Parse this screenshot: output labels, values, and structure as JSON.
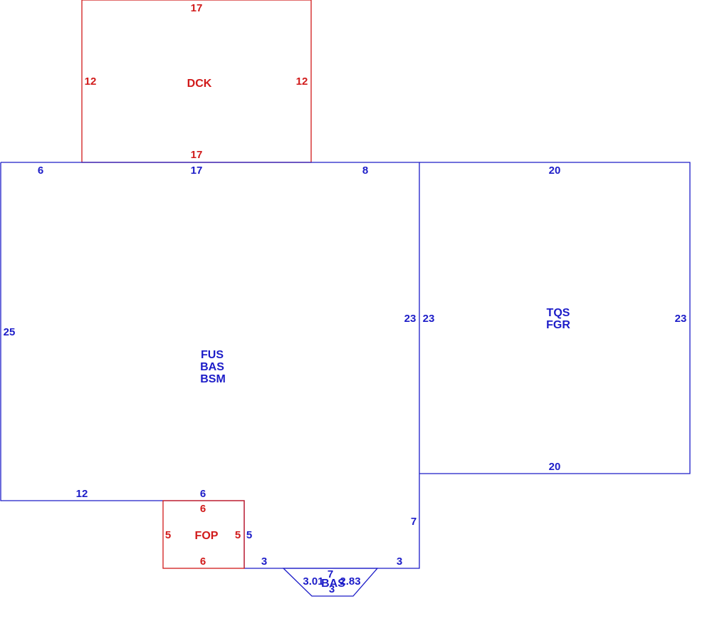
{
  "colors": {
    "blue": "#1c1cc8",
    "red": "#d11a1a"
  },
  "deck": {
    "name": "DCK",
    "dims": {
      "top": "17",
      "left": "12",
      "right": "12",
      "bottom": "17"
    }
  },
  "main": {
    "names": [
      "FUS",
      "BAS",
      "BSM"
    ],
    "dims": {
      "top_left": "6",
      "top_mid": "17",
      "top_right": "8",
      "left": "25",
      "right": "23",
      "bottom_left": "12",
      "porch_top": "6",
      "porch_side": "5",
      "right_lower": "7",
      "bottom_mid_left": "3",
      "bottom_mid_right": "3"
    }
  },
  "garage": {
    "names": [
      "TQS",
      "FGR"
    ],
    "dims": {
      "top": "20",
      "left": "23",
      "right": "23",
      "bottom": "20"
    }
  },
  "porch": {
    "name": "FOP",
    "dims": {
      "top": "6",
      "left": "5",
      "right": "5",
      "bottom": "6"
    }
  },
  "bay": {
    "name": "BAS",
    "dims": {
      "top": "7",
      "left": "3.01",
      "right": "2.83",
      "bottom": "3"
    }
  }
}
